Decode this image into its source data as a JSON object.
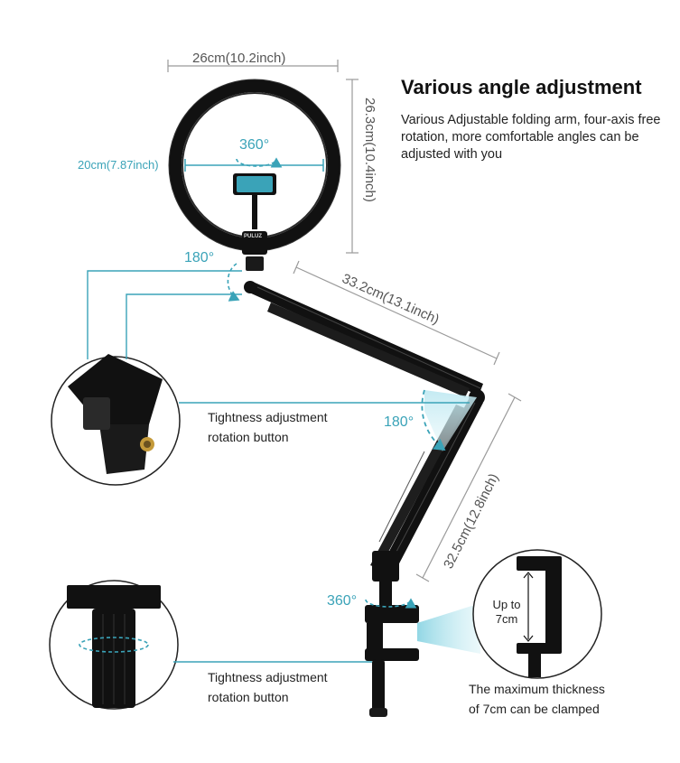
{
  "heading": {
    "title": "Various angle adjustment",
    "description": "Various Adjustable folding arm, four-axis free rotation, more comfortable angles can be adjusted with you"
  },
  "dimensions": {
    "ring_width": "26cm(10.2inch)",
    "ring_height": "26.3cm(10.4inch)",
    "inner_diameter": "20cm(7.87inch)",
    "upper_arm": "33.2cm(13.1inch)",
    "lower_arm": "32.5cm(12.8inch)",
    "clamp_up_to": "Up to 7cm"
  },
  "rotations": {
    "holder": "360°",
    "ring_joint": "180°",
    "elbow": "180°",
    "base": "360°"
  },
  "captions": {
    "tightness_1_line1": "Tightness adjustment",
    "tightness_1_line2": "rotation button",
    "tightness_2_line1": "Tightness adjustment",
    "tightness_2_line2": "rotation button",
    "clamp_line1": "The maximum thickness",
    "clamp_line2": "of 7cm can be clamped"
  },
  "brand": "PULUZ",
  "colors": {
    "accent": "#3aa3b8",
    "product": "#111111",
    "dimension_line": "#9a9a9a"
  }
}
